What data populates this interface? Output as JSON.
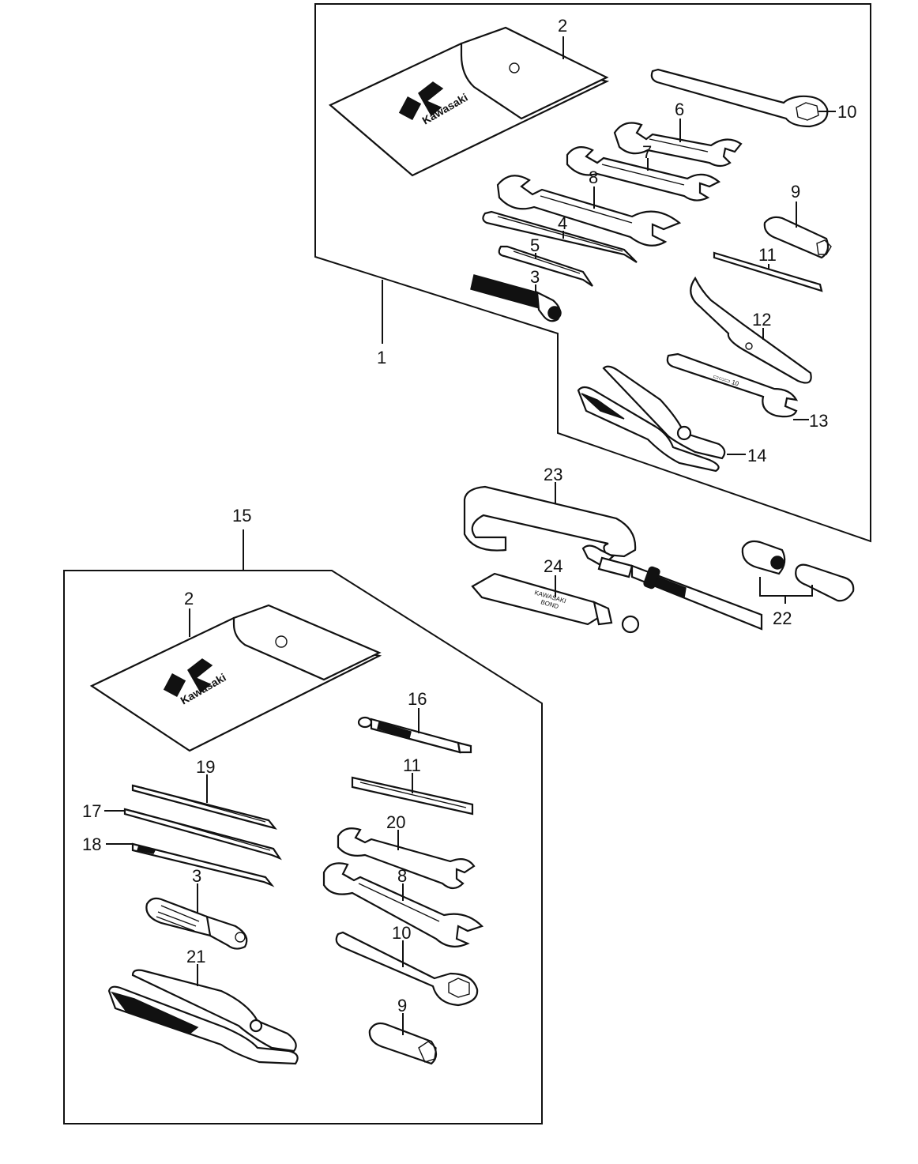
{
  "logo": {
    "brand": "Kawasaki"
  },
  "tube_label": [
    "KAWASAKI",
    "BOND"
  ],
  "callouts": {
    "kit_upper": "1",
    "pouch_upper": "2",
    "handle_upper": "3",
    "screwdriver_4": "4",
    "screwdriver_5": "5",
    "wrench_6": "6",
    "wrench_7": "7",
    "wrench_8_upper": "8",
    "socket_9_upper": "9",
    "wrench_10_upper": "10",
    "bar_11_upper": "11",
    "hook_12": "12",
    "wrench_13": "13",
    "pliers_14": "14",
    "kit_lower": "15",
    "pouch_lower": "2",
    "extension_16": "16",
    "driver_17": "17",
    "driver_18": "18",
    "driver_19": "19",
    "wrench_20": "20",
    "pliers_21": "21",
    "socket_set_22": "22",
    "clamp_23": "23",
    "tube_24": "24",
    "bar_11_lower": "11",
    "wrench_8_lower": "8",
    "wrench_10_lower": "10",
    "socket_9_lower": "9",
    "handle_lower": "3"
  }
}
